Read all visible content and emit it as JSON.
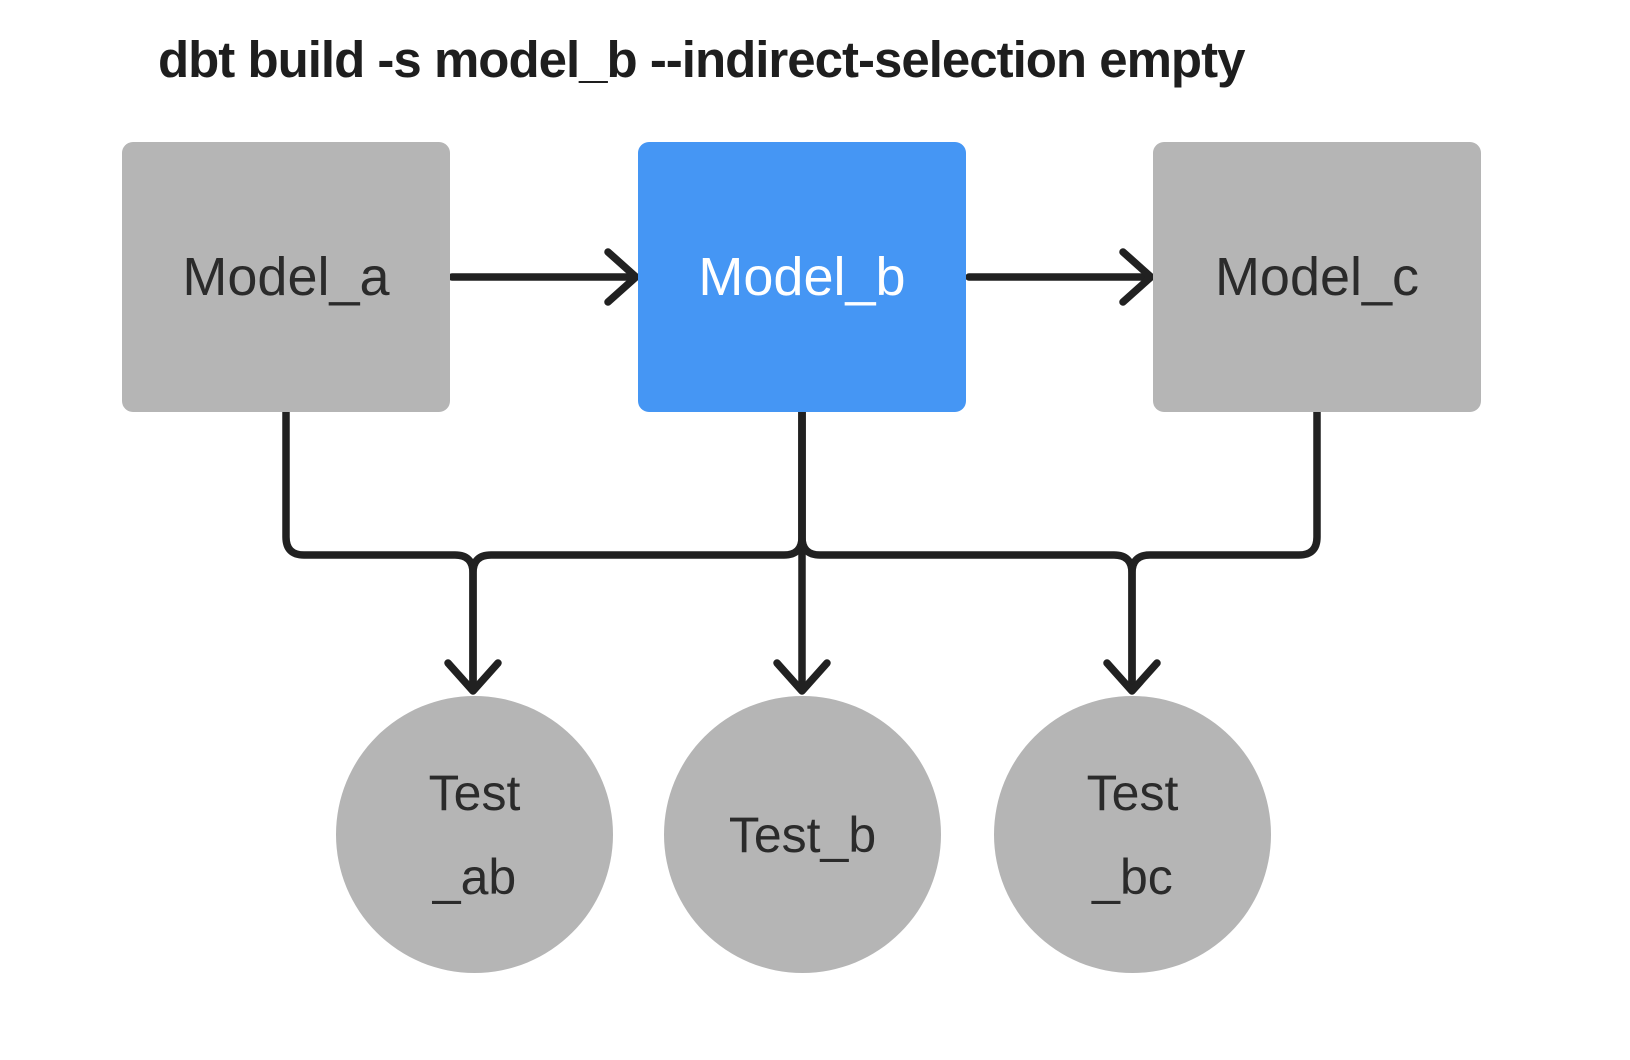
{
  "title": "dbt build -s model_b --indirect-selection empty",
  "colors": {
    "background": "#ffffff",
    "node_gray": "#b5b5b5",
    "node_selected_blue": "#4596f4",
    "edge_dark": "#212121",
    "text_dark": "#2b2b2b",
    "text_light": "#ffffff",
    "title_color": "#1e1e1e"
  },
  "nodes": {
    "models": [
      {
        "id": "model_a",
        "label": "Model_a",
        "selected": false
      },
      {
        "id": "model_b",
        "label": "Model_b",
        "selected": true
      },
      {
        "id": "model_c",
        "label": "Model_c",
        "selected": false
      }
    ],
    "tests": [
      {
        "id": "test_ab",
        "label": "Test\n_ab"
      },
      {
        "id": "test_b",
        "label": "Test_b"
      },
      {
        "id": "test_bc",
        "label": "Test\n_bc"
      }
    ]
  },
  "edges": [
    {
      "from": "model_a",
      "to": "model_b"
    },
    {
      "from": "model_b",
      "to": "model_c"
    },
    {
      "from": "model_a",
      "to": "test_ab"
    },
    {
      "from": "model_b",
      "to": "test_ab"
    },
    {
      "from": "model_b",
      "to": "test_b"
    },
    {
      "from": "model_b",
      "to": "test_bc"
    },
    {
      "from": "model_c",
      "to": "test_bc"
    }
  ]
}
